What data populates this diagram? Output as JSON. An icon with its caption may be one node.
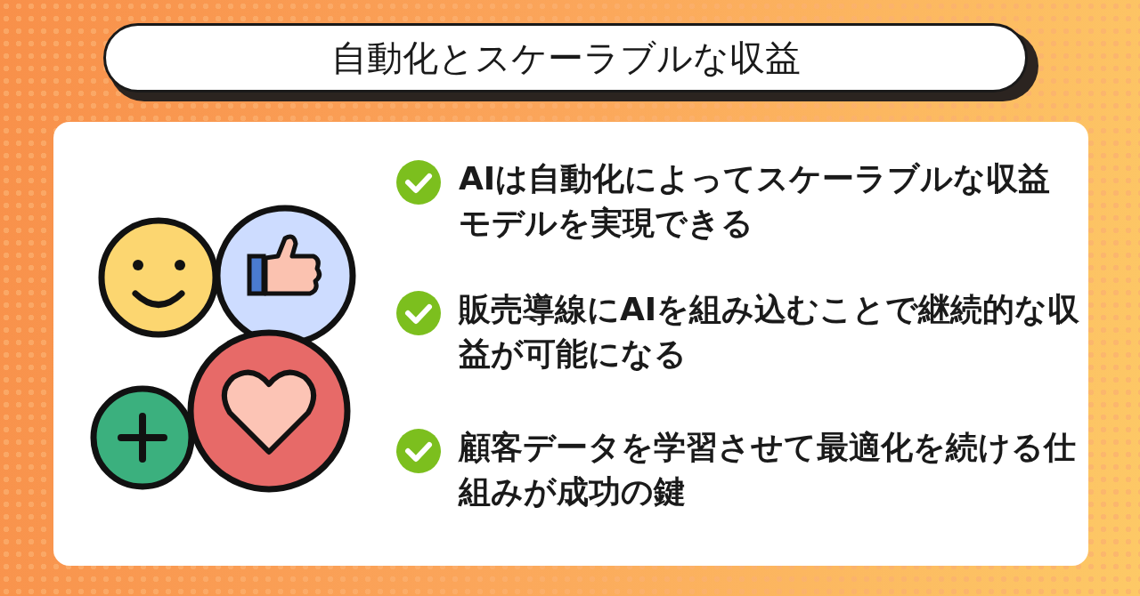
{
  "diagram": {
    "title": "自動化とスケーラブルな収益",
    "labels": [
      "AIは自動化によってスケーラブルな収益モデルを実現できる",
      "販売導線にAIを組み込むことで継続的な収益が可能になる",
      "顧客データを学習させて最適化を続ける仕組みが成功の鍵"
    ]
  }
}
